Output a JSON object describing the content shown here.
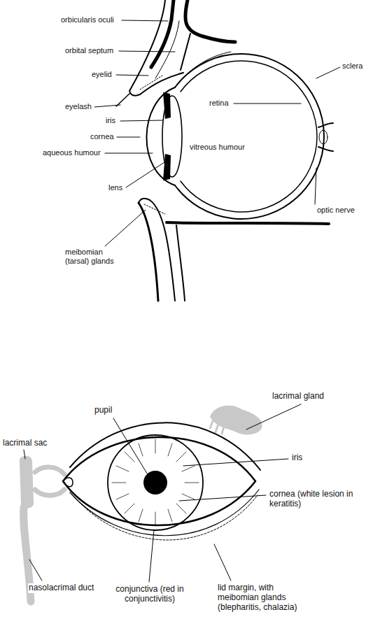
{
  "diagram": {
    "labels": [
      "orbicularis oculi",
      "orbital septum",
      "eyelid",
      "eyelash",
      "iris",
      "cornea",
      "aqueous humour",
      "lens",
      "sclera",
      "retina",
      "vitreous humour",
      "optic nerve",
      "meibomian (tarsal) glands",
      "lacrimal gland",
      "pupil",
      "iris",
      "lacrimal sac",
      "cornea (white lesion in keratitis)",
      "nasolacrimal duct",
      "conjunctiva (red in conjunctivitis)",
      "lid margin, with meibomian glands (blepharitis, chalazia)"
    ]
  }
}
